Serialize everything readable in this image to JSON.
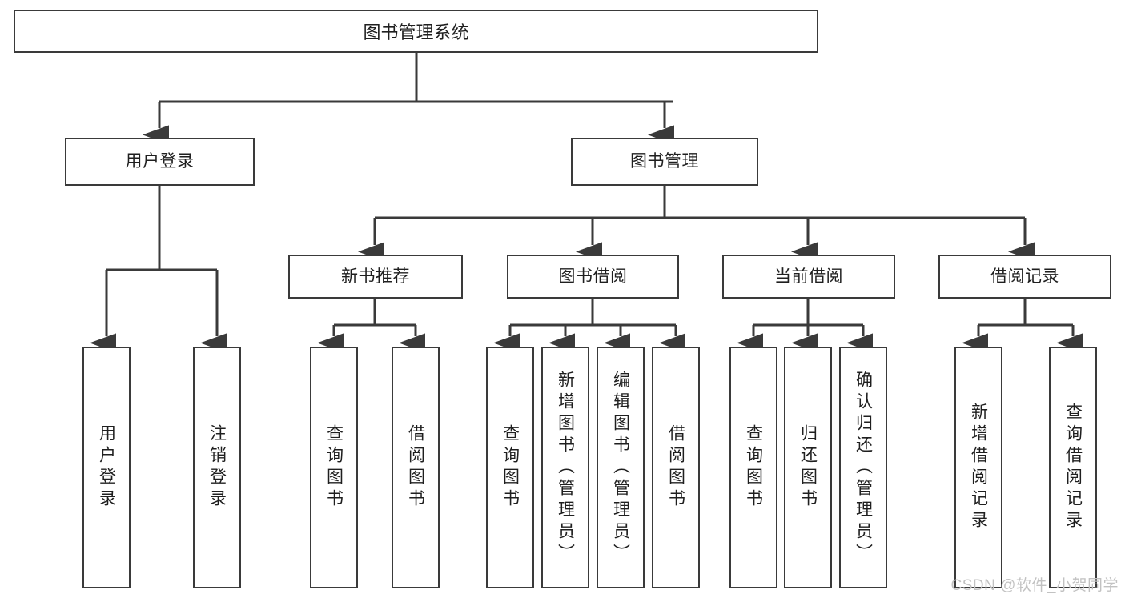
{
  "diagram": {
    "title": "图书管理系统",
    "type": "tree",
    "background_color": "#ffffff",
    "line_color": "#3a3a3a",
    "text_color": "#1f1f1f"
  },
  "nodes": {
    "root": {
      "label": "图书管理系统"
    },
    "level2": [
      {
        "id": "user-login",
        "label": "用户登录"
      },
      {
        "id": "book-management",
        "label": "图书管理"
      }
    ],
    "level3": [
      {
        "id": "new-book-recommend",
        "label": "新书推荐"
      },
      {
        "id": "book-borrow",
        "label": "图书借阅"
      },
      {
        "id": "current-borrow",
        "label": "当前借阅"
      },
      {
        "id": "borrow-record",
        "label": "借阅记录"
      }
    ],
    "leaves": [
      {
        "id": "leaf-user-login",
        "label": "用户登录",
        "parent": "user-login"
      },
      {
        "id": "leaf-logout",
        "label": "注销登录",
        "parent": "user-login"
      },
      {
        "id": "leaf-query-book-1",
        "label": "查询图书",
        "parent": "new-book-recommend"
      },
      {
        "id": "leaf-borrow-book-1",
        "label": "借阅图书",
        "parent": "new-book-recommend"
      },
      {
        "id": "leaf-query-book-2",
        "label": "查询图书",
        "parent": "book-borrow"
      },
      {
        "id": "leaf-add-book",
        "label": "新增图书（管理员）",
        "parent": "book-borrow"
      },
      {
        "id": "leaf-edit-book",
        "label": "编辑图书（管理员）",
        "parent": "book-borrow"
      },
      {
        "id": "leaf-borrow-book-2",
        "label": "借阅图书",
        "parent": "book-borrow"
      },
      {
        "id": "leaf-query-book-3",
        "label": "查询图书",
        "parent": "current-borrow"
      },
      {
        "id": "leaf-return-book",
        "label": "归还图书",
        "parent": "current-borrow"
      },
      {
        "id": "leaf-confirm-return",
        "label": "确认归还（管理员）",
        "parent": "current-borrow"
      },
      {
        "id": "leaf-add-record",
        "label": "新增借阅记录",
        "parent": "borrow-record"
      },
      {
        "id": "leaf-query-record",
        "label": "查询借阅记录",
        "parent": "borrow-record"
      }
    ]
  },
  "watermark": {
    "text": "CSDN @软件_小贺同学"
  }
}
